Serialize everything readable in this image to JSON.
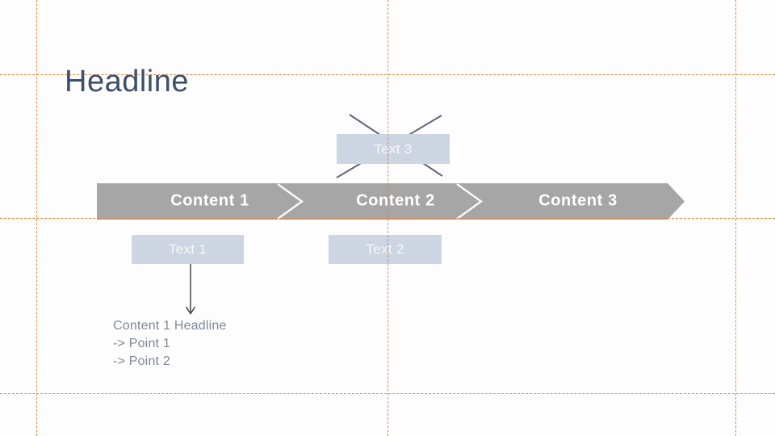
{
  "slide": {
    "headline": "Headline",
    "process_steps": [
      {
        "label": "Content 1"
      },
      {
        "label": "Content 2"
      },
      {
        "label": "Content 3"
      }
    ],
    "text_boxes": [
      {
        "label": "Text 1",
        "status": "normal"
      },
      {
        "label": "Text 2",
        "status": "normal"
      },
      {
        "label": "Text 3",
        "status": "crossed-out"
      }
    ],
    "detail": {
      "lines": [
        "Content 1 Headline",
        "-> Point 1",
        "-> Point 2"
      ]
    },
    "colors": {
      "guide_orange": "#ED7D31",
      "banner_gray": "#A6A6A6",
      "text_box_fill": "#CDD5E2",
      "headline_text": "#3D4F6C",
      "detail_text": "#7F8897",
      "cross_stroke": "#5D6878",
      "chevron_stroke": "#FAFAFA",
      "step_label_text": "#FFFFFF"
    }
  }
}
